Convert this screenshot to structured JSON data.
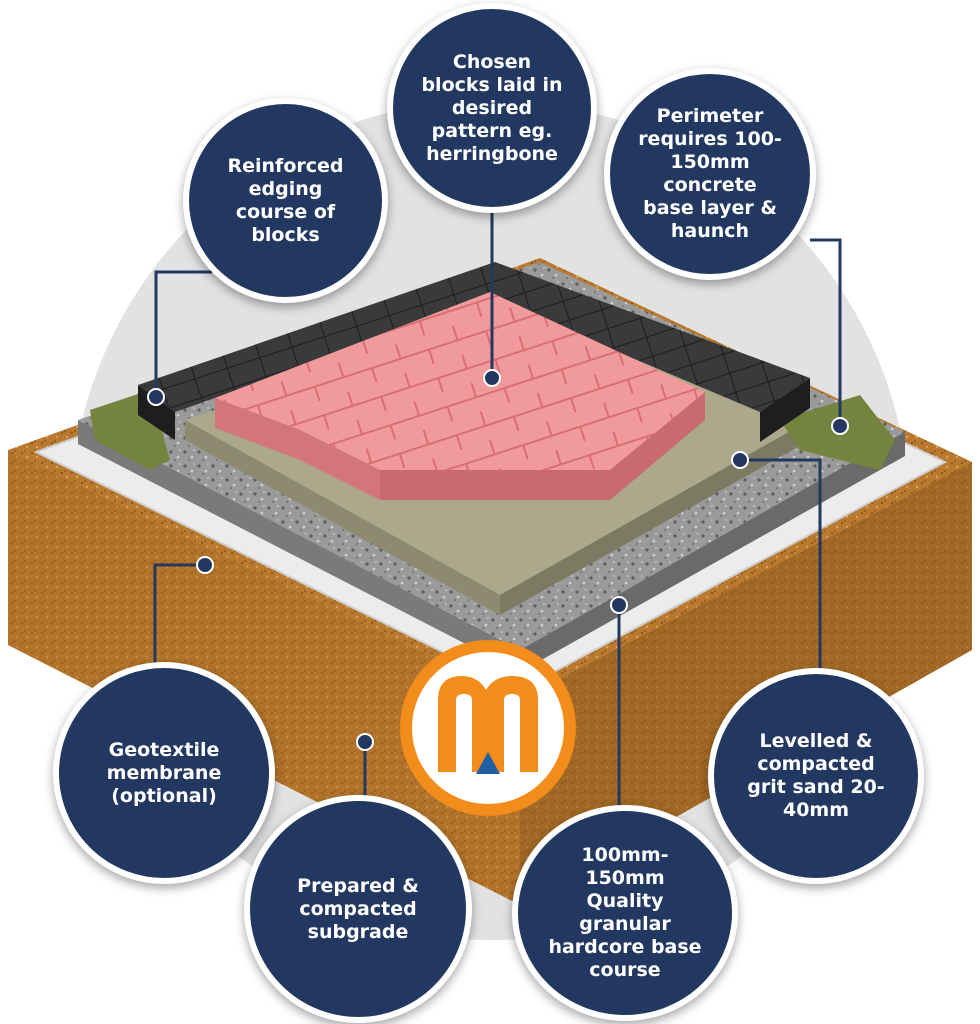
{
  "labels": {
    "edging": "Reinforced edging course of blocks",
    "chosen_blocks": "Chosen blocks laid in desired pattern eg. herringbone",
    "perimeter": "Perimeter requires 100-150mm concrete base layer & haunch",
    "geotextile": "Geotextile membrane (optional)",
    "grit_sand": "Levelled & compacted grit sand 20-40mm",
    "subgrade": "Prepared & compacted subgrade",
    "hardcore": "100mm-150mm Quality granular hardcore base course"
  },
  "colors": {
    "bubble": "#233861",
    "logo_orange": "#f28c1b",
    "logo_blue": "#1f5fa8",
    "paver_pink": "#ef8e92",
    "edging_black": "#2b2b2b",
    "sand": "#a9a68a",
    "hardcore": "#9b9b9b",
    "membrane": "#e6e6e6",
    "subgrade": "#b9782e",
    "haunch": "#7d8a4a"
  },
  "logo": {
    "icon": "mw-logo-icon"
  }
}
